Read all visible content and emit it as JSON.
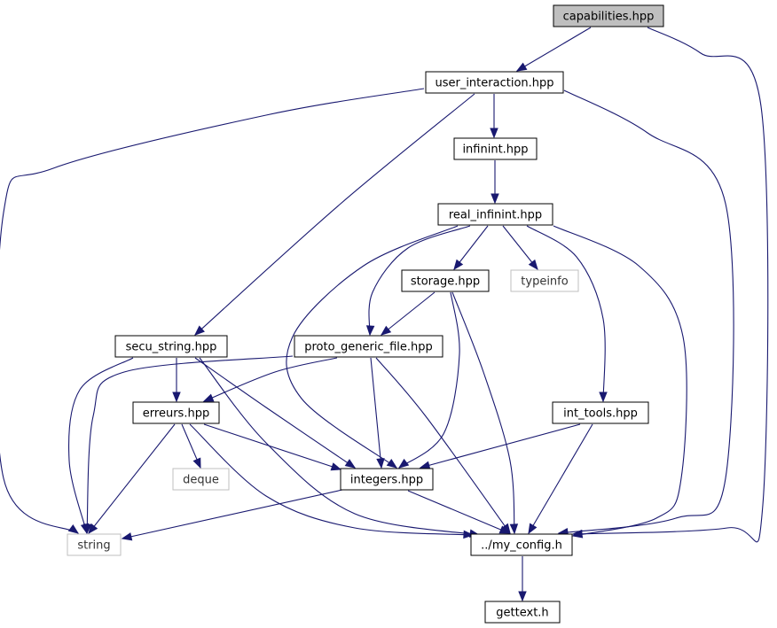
{
  "diagram": {
    "colors": {
      "edge": "#191970",
      "node_border": "#000000",
      "external_border": "#bfbfbf",
      "root_fill": "#bfbfbf",
      "node_fill": "#ffffff"
    },
    "nodes": [
      {
        "id": "capabilities",
        "label": "capabilities.hpp",
        "kind": "root"
      },
      {
        "id": "user_interaction",
        "label": "user_interaction.hpp",
        "kind": "normal"
      },
      {
        "id": "infinint",
        "label": "infinint.hpp",
        "kind": "normal"
      },
      {
        "id": "real_infinint",
        "label": "real_infinint.hpp",
        "kind": "normal"
      },
      {
        "id": "storage",
        "label": "storage.hpp",
        "kind": "normal"
      },
      {
        "id": "typeinfo",
        "label": "typeinfo",
        "kind": "external"
      },
      {
        "id": "secu_string",
        "label": "secu_string.hpp",
        "kind": "normal"
      },
      {
        "id": "proto_generic_file",
        "label": "proto_generic_file.hpp",
        "kind": "normal"
      },
      {
        "id": "erreurs",
        "label": "erreurs.hpp",
        "kind": "normal"
      },
      {
        "id": "int_tools",
        "label": "int_tools.hpp",
        "kind": "normal"
      },
      {
        "id": "deque",
        "label": "deque",
        "kind": "external"
      },
      {
        "id": "integers",
        "label": "integers.hpp",
        "kind": "normal"
      },
      {
        "id": "string",
        "label": "string",
        "kind": "external"
      },
      {
        "id": "my_config",
        "label": "../my_config.h",
        "kind": "normal"
      },
      {
        "id": "gettext",
        "label": "gettext.h",
        "kind": "normal"
      }
    ],
    "edges": [
      {
        "from": "capabilities",
        "to": "user_interaction"
      },
      {
        "from": "capabilities",
        "to": "my_config"
      },
      {
        "from": "user_interaction",
        "to": "infinint"
      },
      {
        "from": "user_interaction",
        "to": "string"
      },
      {
        "from": "user_interaction",
        "to": "secu_string"
      },
      {
        "from": "user_interaction",
        "to": "my_config"
      },
      {
        "from": "infinint",
        "to": "real_infinint"
      },
      {
        "from": "real_infinint",
        "to": "storage"
      },
      {
        "from": "real_infinint",
        "to": "typeinfo"
      },
      {
        "from": "real_infinint",
        "to": "proto_generic_file"
      },
      {
        "from": "real_infinint",
        "to": "integers"
      },
      {
        "from": "real_infinint",
        "to": "int_tools"
      },
      {
        "from": "real_infinint",
        "to": "my_config"
      },
      {
        "from": "storage",
        "to": "proto_generic_file"
      },
      {
        "from": "storage",
        "to": "integers"
      },
      {
        "from": "storage",
        "to": "my_config"
      },
      {
        "from": "secu_string",
        "to": "erreurs"
      },
      {
        "from": "secu_string",
        "to": "string"
      },
      {
        "from": "secu_string",
        "to": "integers"
      },
      {
        "from": "secu_string",
        "to": "my_config"
      },
      {
        "from": "proto_generic_file",
        "to": "erreurs"
      },
      {
        "from": "proto_generic_file",
        "to": "string"
      },
      {
        "from": "proto_generic_file",
        "to": "integers"
      },
      {
        "from": "proto_generic_file",
        "to": "my_config"
      },
      {
        "from": "erreurs",
        "to": "deque"
      },
      {
        "from": "erreurs",
        "to": "string"
      },
      {
        "from": "erreurs",
        "to": "integers"
      },
      {
        "from": "erreurs",
        "to": "my_config"
      },
      {
        "from": "int_tools",
        "to": "integers"
      },
      {
        "from": "int_tools",
        "to": "my_config"
      },
      {
        "from": "integers",
        "to": "string"
      },
      {
        "from": "integers",
        "to": "my_config"
      },
      {
        "from": "my_config",
        "to": "gettext"
      }
    ]
  }
}
